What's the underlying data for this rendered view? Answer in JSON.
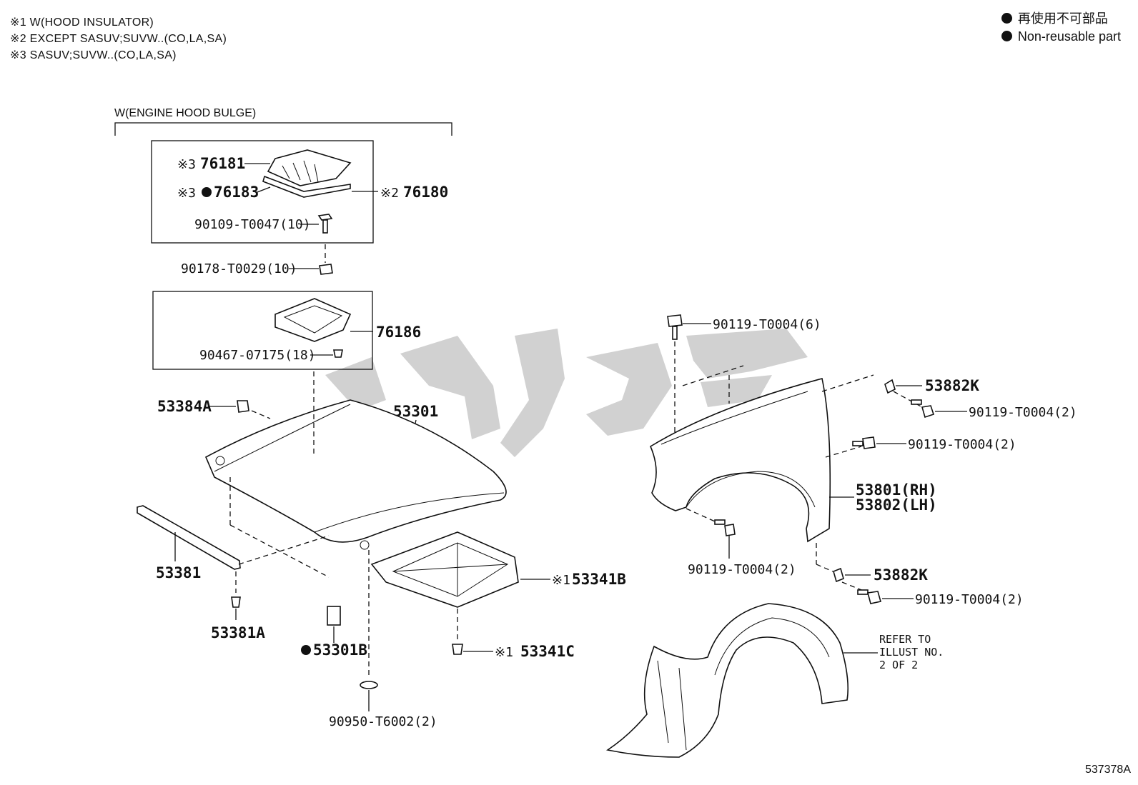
{
  "notes": [
    "※1 W(HOOD INSULATOR)",
    "※2 EXCEPT SASUV;SUVW..(CO,LA,SA)",
    "※3 SASUV;SUVW..(CO,LA,SA)"
  ],
  "legend": {
    "japanese": "再使用不可部品",
    "english": "Non-reusable part"
  },
  "group_label": "W(ENGINE HOOD BULGE)",
  "parts": {
    "p76181": "76181",
    "p76183": "76183",
    "p76180": "76180",
    "p90109": "90109-T0047(10)",
    "p90178": "90178-T0029(10)",
    "p76186": "76186",
    "p90467": "90467-07175(18)",
    "p53384A": "53384A",
    "p53301": "53301",
    "p53381": "53381",
    "p53381A": "53381A",
    "p53301B": "53301B",
    "p53341B": "53341B",
    "p53341C": "53341C",
    "p90950": "90950-T6002(2)",
    "p90119_6": "90119-T0004(6)",
    "p53882K_top": "53882K",
    "p90119_a": "90119-T0004(2)",
    "p90119_b": "90119-T0004(2)",
    "p53801": "53801(RH)",
    "p53802": "53802(LH)",
    "p90119_c": "90119-T0004(2)",
    "p53882K_bot": "53882K",
    "p90119_d": "90119-T0004(2)"
  },
  "marks": {
    "n3": "※3",
    "n2": "※2",
    "n1": "※1"
  },
  "refer_note": [
    "REFER TO",
    "ILLUST NO.",
    "2 OF 2"
  ],
  "figure_number": "537378A",
  "colors": {
    "line": "#111111",
    "watermark": "#c9c9c9",
    "background": "#ffffff"
  }
}
